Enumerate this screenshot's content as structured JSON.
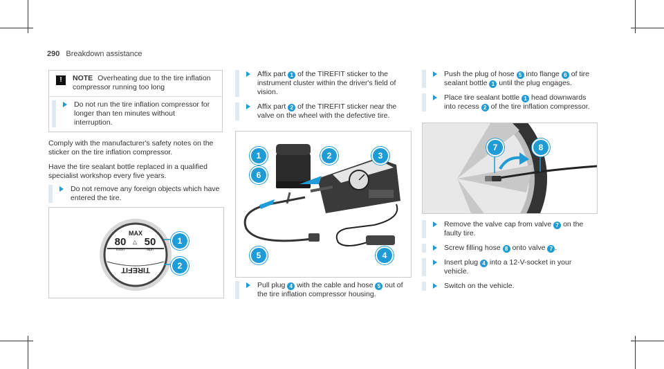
{
  "header": {
    "page_number": "290",
    "section": "Breakdown assistance"
  },
  "note": {
    "title": "NOTE",
    "text": "Overheating due to the tire inflation compressor running too long",
    "action": "Do not run the tire inflation compressor for longer than ten minutes without interruption."
  },
  "col1": {
    "para1": "Comply with the manufacturer's safety notes on the sticker on the tire inflation compressor.",
    "para2": "Have the tire sealant bottle replaced in a qualified specialist workshop every five years.",
    "step1": "Do not remove any foreign objects which have entered the tire.",
    "sticker": {
      "max": "MAX",
      "kmh_value": "80",
      "mph_value": "50",
      "kmh_unit": "Km/h",
      "mph_unit": "Mph",
      "brand": "TIREFIT"
    },
    "callouts": [
      "1",
      "2"
    ]
  },
  "col2": {
    "step1": {
      "a": "Affix part",
      "n": "1",
      "b": "of the TIREFIT sticker to the instrument cluster within the driver's field of vision."
    },
    "step2": {
      "a": "Affix part",
      "n": "2",
      "b": "of the TIREFIT sticker near the valve on the wheel with the defective tire."
    },
    "step3": {
      "a": "Pull plug",
      "n1": "4",
      "b": "with the cable and hose",
      "n2": "5",
      "c": "out of the tire inflation compressor housing."
    },
    "callouts": [
      "1",
      "2",
      "3",
      "6",
      "5",
      "4"
    ]
  },
  "col3": {
    "step1": {
      "a": "Push the plug of hose",
      "n1": "5",
      "b": "into flange",
      "n2": "6",
      "c": "of tire sealant bottle",
      "n3": "1",
      "d": "until the plug engages."
    },
    "step2": {
      "a": "Place tire sealant bottle",
      "n1": "1",
      "b": "head downwards into recess",
      "n2": "2",
      "c": "of the tire inflation compressor."
    },
    "step3": {
      "a": "Remove the valve cap from valve",
      "n1": "7",
      "b": "on the faulty tire."
    },
    "step4": {
      "a": "Screw filling hose",
      "n1": "8",
      "b": "onto valve",
      "n2": "7",
      "c": "."
    },
    "step5": {
      "a": "Insert plug",
      "n1": "4",
      "b": "into a 12-V-socket in your vehicle."
    },
    "step6": {
      "a": "Switch on the vehicle."
    },
    "callouts": [
      "7",
      "8"
    ]
  },
  "colors": {
    "accent": "#1f9bd6",
    "bar": "#e0e8f0"
  }
}
